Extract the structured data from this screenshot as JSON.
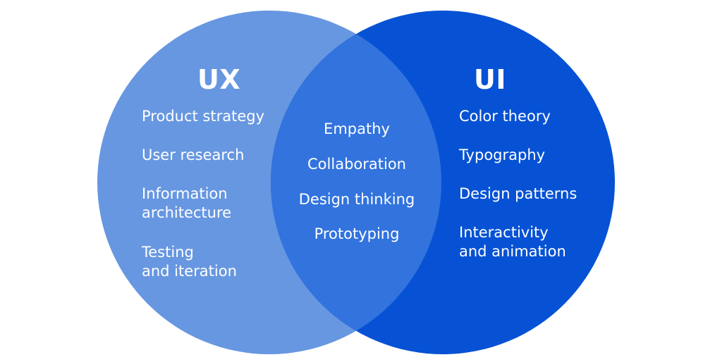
{
  "colors": {
    "ux_circle": "#6797e1",
    "ui_circle": "#0752d4",
    "overlap": "#3273de",
    "text": "#ffffff"
  },
  "ux": {
    "title": "UX",
    "items": [
      "Product strategy",
      "User research",
      "Information\narchitecture",
      "Testing\nand iteration"
    ]
  },
  "shared": {
    "items": [
      "Empathy",
      "Collaboration",
      "Design thinking",
      "Prototyping"
    ]
  },
  "ui": {
    "title": "UI",
    "items": [
      "Color theory",
      "Typography",
      "Design patterns",
      "Interactivity\nand animation"
    ]
  }
}
